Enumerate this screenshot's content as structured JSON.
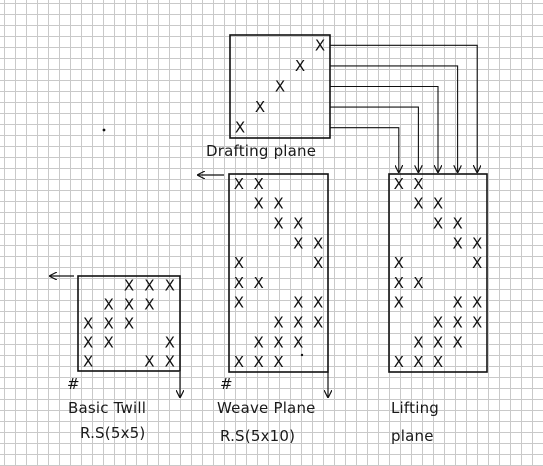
{
  "labels": {
    "drafting_plane": "Drafting plane",
    "basic_twill": "Basic Twill",
    "basic_twill_repeat": "R.S(5x5)",
    "weave_plane": "Weave Plane",
    "weave_plane_repeat": "R.S(5x10)",
    "lifting_plane_line1": "Lifting",
    "lifting_plane_line2": "plane",
    "hash_mark": "#"
  },
  "cross_symbol": "X",
  "grids": {
    "drafting": {
      "cols": 5,
      "rows": 5,
      "marks": [
        [
          4,
          0
        ],
        [
          3,
          1
        ],
        [
          2,
          2
        ],
        [
          1,
          3
        ],
        [
          0,
          4
        ]
      ]
    },
    "basic_twill": {
      "cols": 5,
      "rows": 5,
      "marks": [
        [
          2,
          0
        ],
        [
          3,
          0
        ],
        [
          4,
          0
        ],
        [
          1,
          1
        ],
        [
          2,
          1
        ],
        [
          3,
          1
        ],
        [
          0,
          2
        ],
        [
          1,
          2
        ],
        [
          2,
          2
        ],
        [
          0,
          3
        ],
        [
          1,
          3
        ],
        [
          4,
          3
        ],
        [
          0,
          4
        ],
        [
          3,
          4
        ],
        [
          4,
          4
        ]
      ]
    },
    "weave": {
      "cols": 5,
      "rows": 10,
      "marks": [
        [
          0,
          0
        ],
        [
          1,
          0
        ],
        [
          1,
          1
        ],
        [
          2,
          1
        ],
        [
          2,
          2
        ],
        [
          3,
          2
        ],
        [
          3,
          3
        ],
        [
          4,
          3
        ],
        [
          0,
          4
        ],
        [
          4,
          4
        ],
        [
          0,
          5
        ],
        [
          1,
          5
        ],
        [
          0,
          6
        ],
        [
          3,
          6
        ],
        [
          4,
          6
        ],
        [
          2,
          7
        ],
        [
          3,
          7
        ],
        [
          4,
          7
        ],
        [
          1,
          8
        ],
        [
          2,
          8
        ],
        [
          3,
          8
        ],
        [
          0,
          9
        ],
        [
          1,
          9
        ],
        [
          2,
          9
        ]
      ]
    },
    "lifting": {
      "cols": 5,
      "rows": 10,
      "marks": [
        [
          0,
          0
        ],
        [
          1,
          0
        ],
        [
          1,
          1
        ],
        [
          2,
          1
        ],
        [
          2,
          2
        ],
        [
          3,
          2
        ],
        [
          3,
          3
        ],
        [
          4,
          3
        ],
        [
          0,
          4
        ],
        [
          4,
          4
        ],
        [
          0,
          5
        ],
        [
          1,
          5
        ],
        [
          0,
          6
        ],
        [
          3,
          6
        ],
        [
          4,
          6
        ],
        [
          2,
          7
        ],
        [
          3,
          7
        ],
        [
          4,
          7
        ],
        [
          1,
          8
        ],
        [
          2,
          8
        ],
        [
          3,
          8
        ],
        [
          0,
          9
        ],
        [
          1,
          9
        ],
        [
          2,
          9
        ]
      ]
    }
  },
  "colors": {
    "ink": "#111111",
    "grid_line": "#c9c9c9"
  }
}
